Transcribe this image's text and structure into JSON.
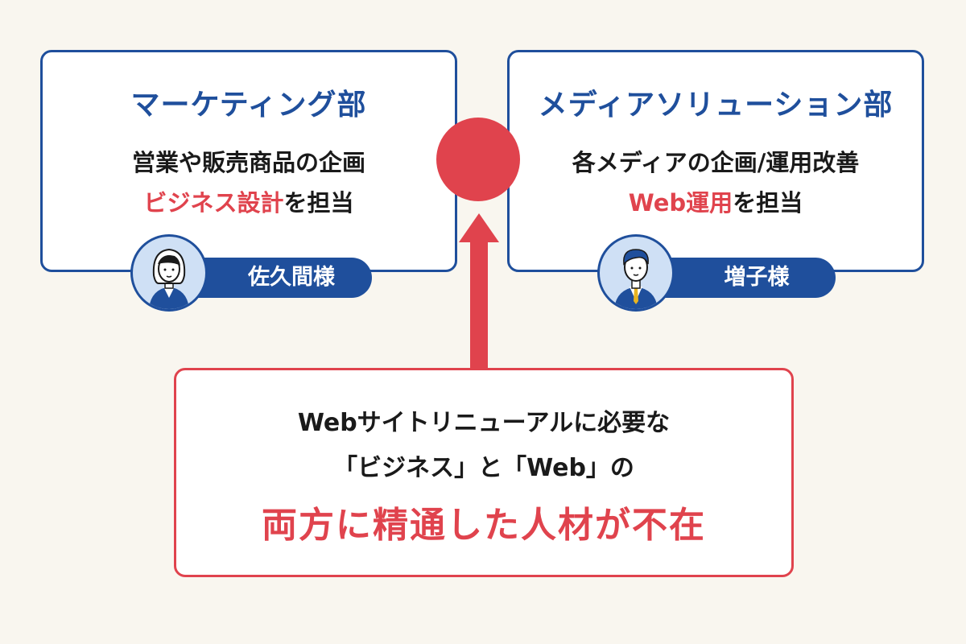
{
  "left_card": {
    "title": "マーケティング部",
    "desc_line1": "営業や販売商品の企画",
    "desc_line2_highlight": "ビジネス設計",
    "desc_line2_rest": "を担当",
    "person_name": "佐久間様",
    "avatar_icon": "female-avatar-icon"
  },
  "right_card": {
    "title": "メディアソリューション部",
    "desc_line1": "各メディアの企画/運用改善",
    "desc_line2_highlight": "Web運用",
    "desc_line2_rest": "を担当",
    "person_name": "増子様",
    "avatar_icon": "male-avatar-icon"
  },
  "bottom_box": {
    "line1": "Webサイトリニューアルに必要な",
    "line2": "「ビジネス」と「Web」の",
    "line3": "両方に精通した人材が不在"
  },
  "colors": {
    "blue": "#1f4f9c",
    "red": "#e0434d",
    "background": "#f9f6ef"
  }
}
